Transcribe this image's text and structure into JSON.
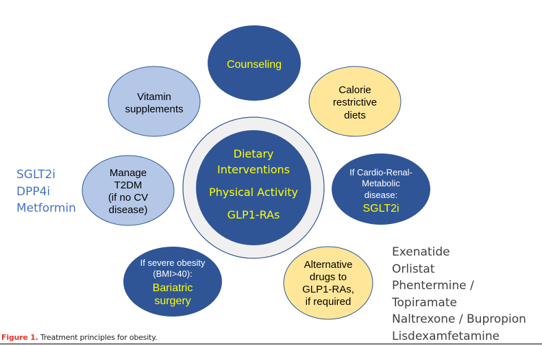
{
  "colors": {
    "dark_blue": "#2f5597",
    "light_blue": "#b4c7e7",
    "light_yellow": "#ffe699",
    "ring_gray": "#f0f0f0",
    "yellow_text": "#ffff00",
    "list_blue": "#4472c4",
    "caption_red": "#e8352d"
  },
  "center": {
    "lines": [
      "Dietary",
      "Interventions",
      "Physical Activity",
      "GLP1-RAs"
    ]
  },
  "nodes": {
    "counseling": {
      "lines": [
        "Counseling"
      ]
    },
    "vitamins": {
      "lines": [
        "Vitamin",
        "supplements"
      ]
    },
    "calorie": {
      "lines": [
        "Calorie",
        "restrictive",
        "diets"
      ]
    },
    "t2dm": {
      "lines": [
        "Manage",
        "T2DM",
        "(if no CV",
        "disease)"
      ]
    },
    "cardio": {
      "condition_lines": [
        "If Cardio-Renal-",
        "Metabolic",
        "disease:"
      ],
      "highlight": "SGLT2i"
    },
    "bariatric": {
      "condition_lines": [
        "If severe obesity",
        "(BMI>40):"
      ],
      "highlight_lines": [
        "Bariatric",
        "surgery"
      ]
    },
    "alternative": {
      "lines": [
        "Alternative",
        "drugs to",
        "GLP1-RAs,",
        "if required"
      ]
    }
  },
  "left_list": [
    "SGLT2i",
    "DPP4i",
    "Metformin"
  ],
  "right_list": [
    "Exenatide",
    "Orlistat",
    "Phentermine / Topiramate",
    "Naltrexone / Bupropion",
    "Lisdexamfetamine"
  ],
  "caption": {
    "label": "Figure 1.",
    "text": " Treatment principles for obesity."
  }
}
